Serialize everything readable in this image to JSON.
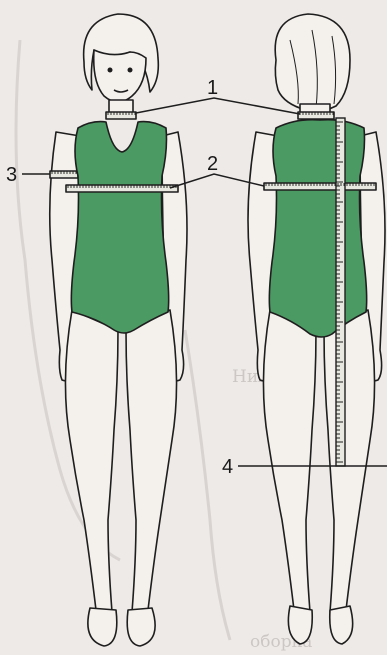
{
  "figures": [
    {
      "id": "front",
      "view": "front"
    },
    {
      "id": "back",
      "view": "back"
    }
  ],
  "callouts": [
    {
      "number": "1",
      "target": "neck girth"
    },
    {
      "number": "2",
      "target": "chest girth"
    },
    {
      "number": "3",
      "target": "upper arm girth"
    },
    {
      "number": "4",
      "target": "back length"
    }
  ],
  "bleed_through_text": [
    "Нижний",
    "оборка"
  ],
  "colors": {
    "background": "#eeeae7",
    "leotard": "#4c9a63",
    "outline": "#1e1e1e",
    "skin": "#f4f0ec",
    "tape": "#e8e8e0"
  }
}
